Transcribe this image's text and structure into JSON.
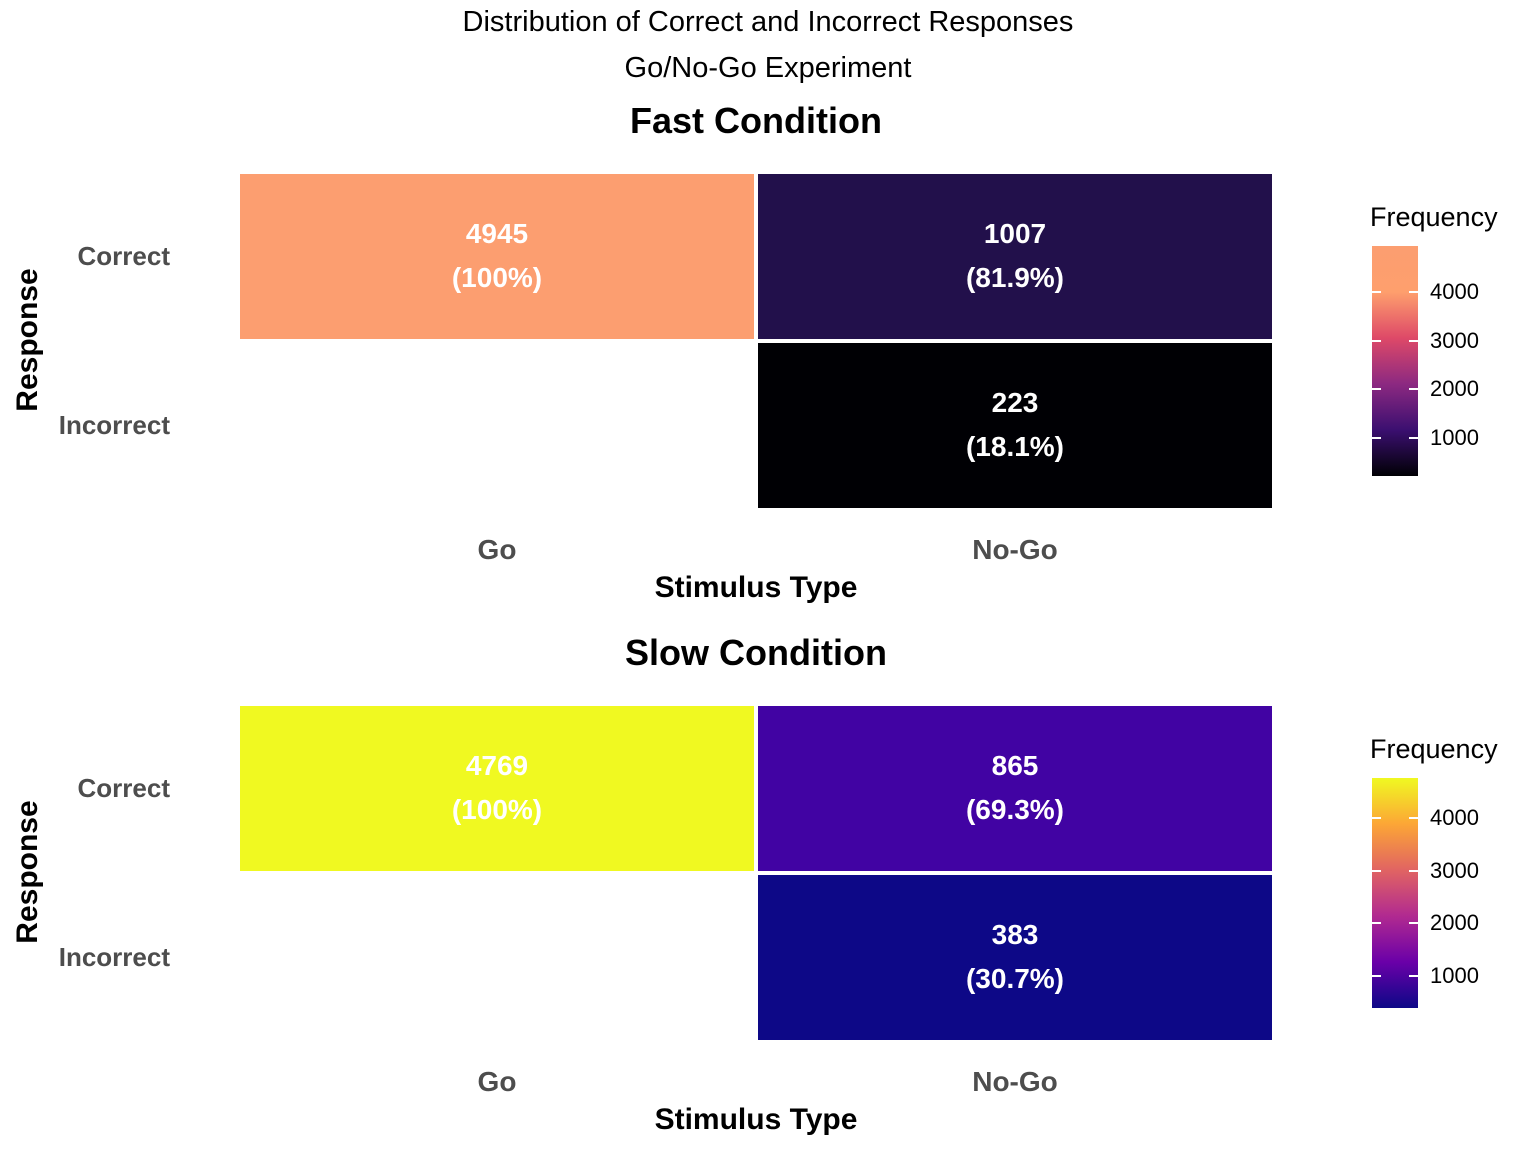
{
  "title": "Distribution of Correct and Incorrect Responses",
  "subtitle": "Go/No-Go Experiment",
  "chart_data": [
    {
      "type": "heatmap",
      "title": "Fast Condition",
      "xlabel": "Stimulus Type",
      "ylabel": "Response",
      "x_categories": [
        "Go",
        "No-Go"
      ],
      "y_categories": [
        "Correct",
        "Incorrect"
      ],
      "cells": [
        {
          "x": "Go",
          "y": "Correct",
          "value": 4945,
          "label": "4945",
          "pct": "(100%)",
          "color": "#fc9e70"
        },
        {
          "x": "No-Go",
          "y": "Correct",
          "value": 1007,
          "label": "1007",
          "pct": "(81.9%)",
          "color": "#22104b"
        },
        {
          "x": "No-Go",
          "y": "Incorrect",
          "value": 223,
          "label": "223",
          "pct": "(18.1%)",
          "color": "#000004"
        }
      ],
      "legend": {
        "title": "Frequency",
        "palette": "magma",
        "range": [
          223,
          4945
        ],
        "ticks": [
          1000,
          2000,
          3000,
          4000
        ],
        "tick_labels": [
          "1000",
          "2000",
          "3000",
          "4000"
        ],
        "colors": [
          "#000004",
          "#3b0f70",
          "#8c2981",
          "#de4968",
          "#fe9f6d",
          "#fc9e70"
        ]
      }
    },
    {
      "type": "heatmap",
      "title": "Slow Condition",
      "xlabel": "Stimulus Type",
      "ylabel": "Response",
      "x_categories": [
        "Go",
        "No-Go"
      ],
      "y_categories": [
        "Correct",
        "Incorrect"
      ],
      "cells": [
        {
          "x": "Go",
          "y": "Correct",
          "value": 4769,
          "label": "4769",
          "pct": "(100%)",
          "color": "#f0f921"
        },
        {
          "x": "No-Go",
          "y": "Correct",
          "value": 865,
          "label": "865",
          "pct": "(69.3%)",
          "color": "#4103a3"
        },
        {
          "x": "No-Go",
          "y": "Incorrect",
          "value": 383,
          "label": "383",
          "pct": "(30.7%)",
          "color": "#0d0887"
        }
      ],
      "legend": {
        "title": "Frequency",
        "palette": "plasma",
        "range": [
          383,
          4769
        ],
        "ticks": [
          1000,
          2000,
          3000,
          4000
        ],
        "tick_labels": [
          "1000",
          "2000",
          "3000",
          "4000"
        ],
        "colors": [
          "#0d0887",
          "#6a00a8",
          "#b12a90",
          "#e16462",
          "#fca636",
          "#f0f921"
        ]
      }
    }
  ]
}
